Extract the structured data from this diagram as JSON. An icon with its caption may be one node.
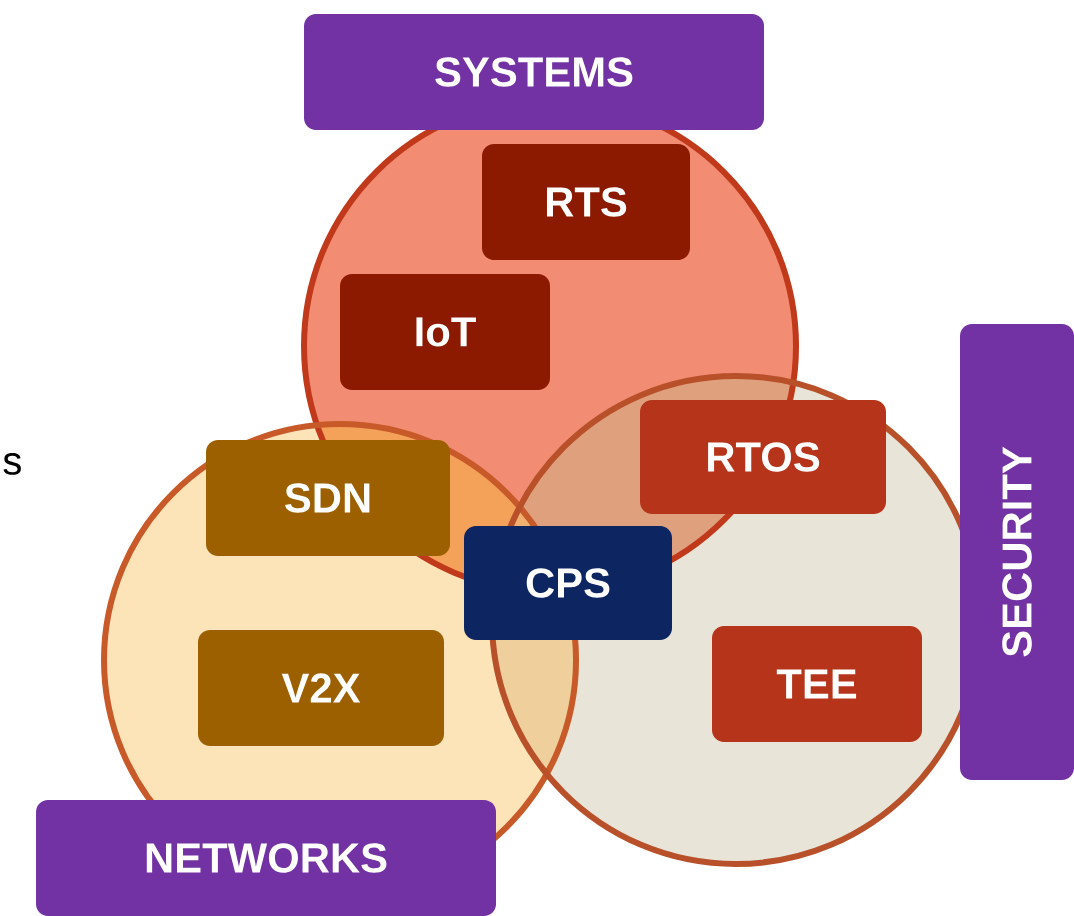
{
  "diagram": {
    "nodes": [
      {
        "text": [
          "SYSTEMS"
        ]
      },
      {
        "text": [
          "RTS"
        ]
      },
      {
        "text": [
          "IoT"
        ]
      },
      {
        "text": [
          "RTOS"
        ]
      },
      {
        "text": [
          "SDN"
        ]
      },
      {
        "text": [
          "CPS"
        ]
      },
      {
        "text": [
          "V2X"
        ]
      },
      {
        "text": [
          "TEE"
        ]
      },
      {
        "text": [
          "SECURITY"
        ]
      },
      {
        "text": [
          "NETWORKS"
        ]
      }
    ],
    "labels": [
      "s"
    ]
  }
}
